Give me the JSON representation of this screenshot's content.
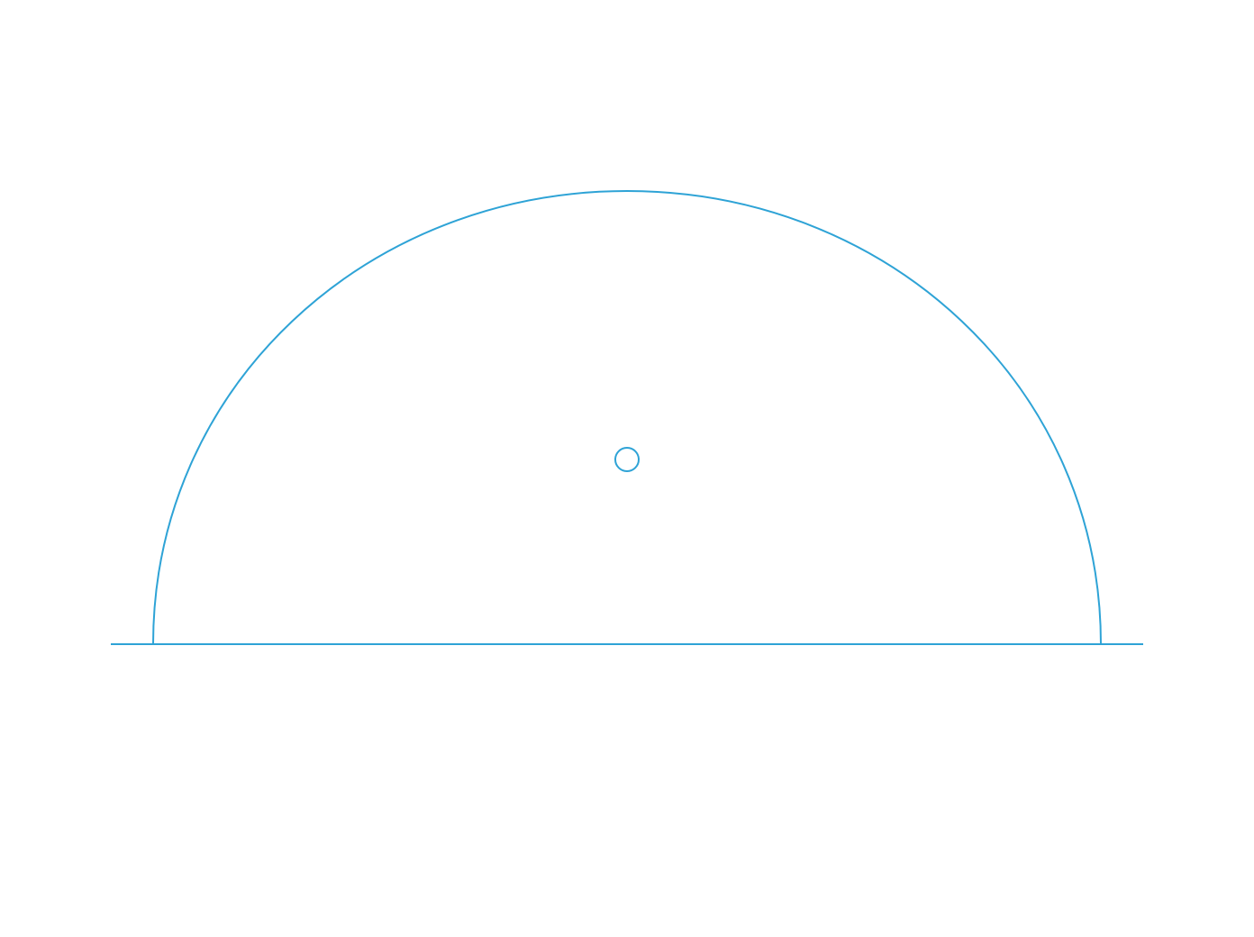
{
  "diagram": {
    "shape": "semicircle",
    "elements": [
      "baseline",
      "semicircle-arc",
      "center-marker"
    ],
    "colors": {
      "stroke": "#2ea3d6",
      "background": "#ffffff"
    }
  }
}
